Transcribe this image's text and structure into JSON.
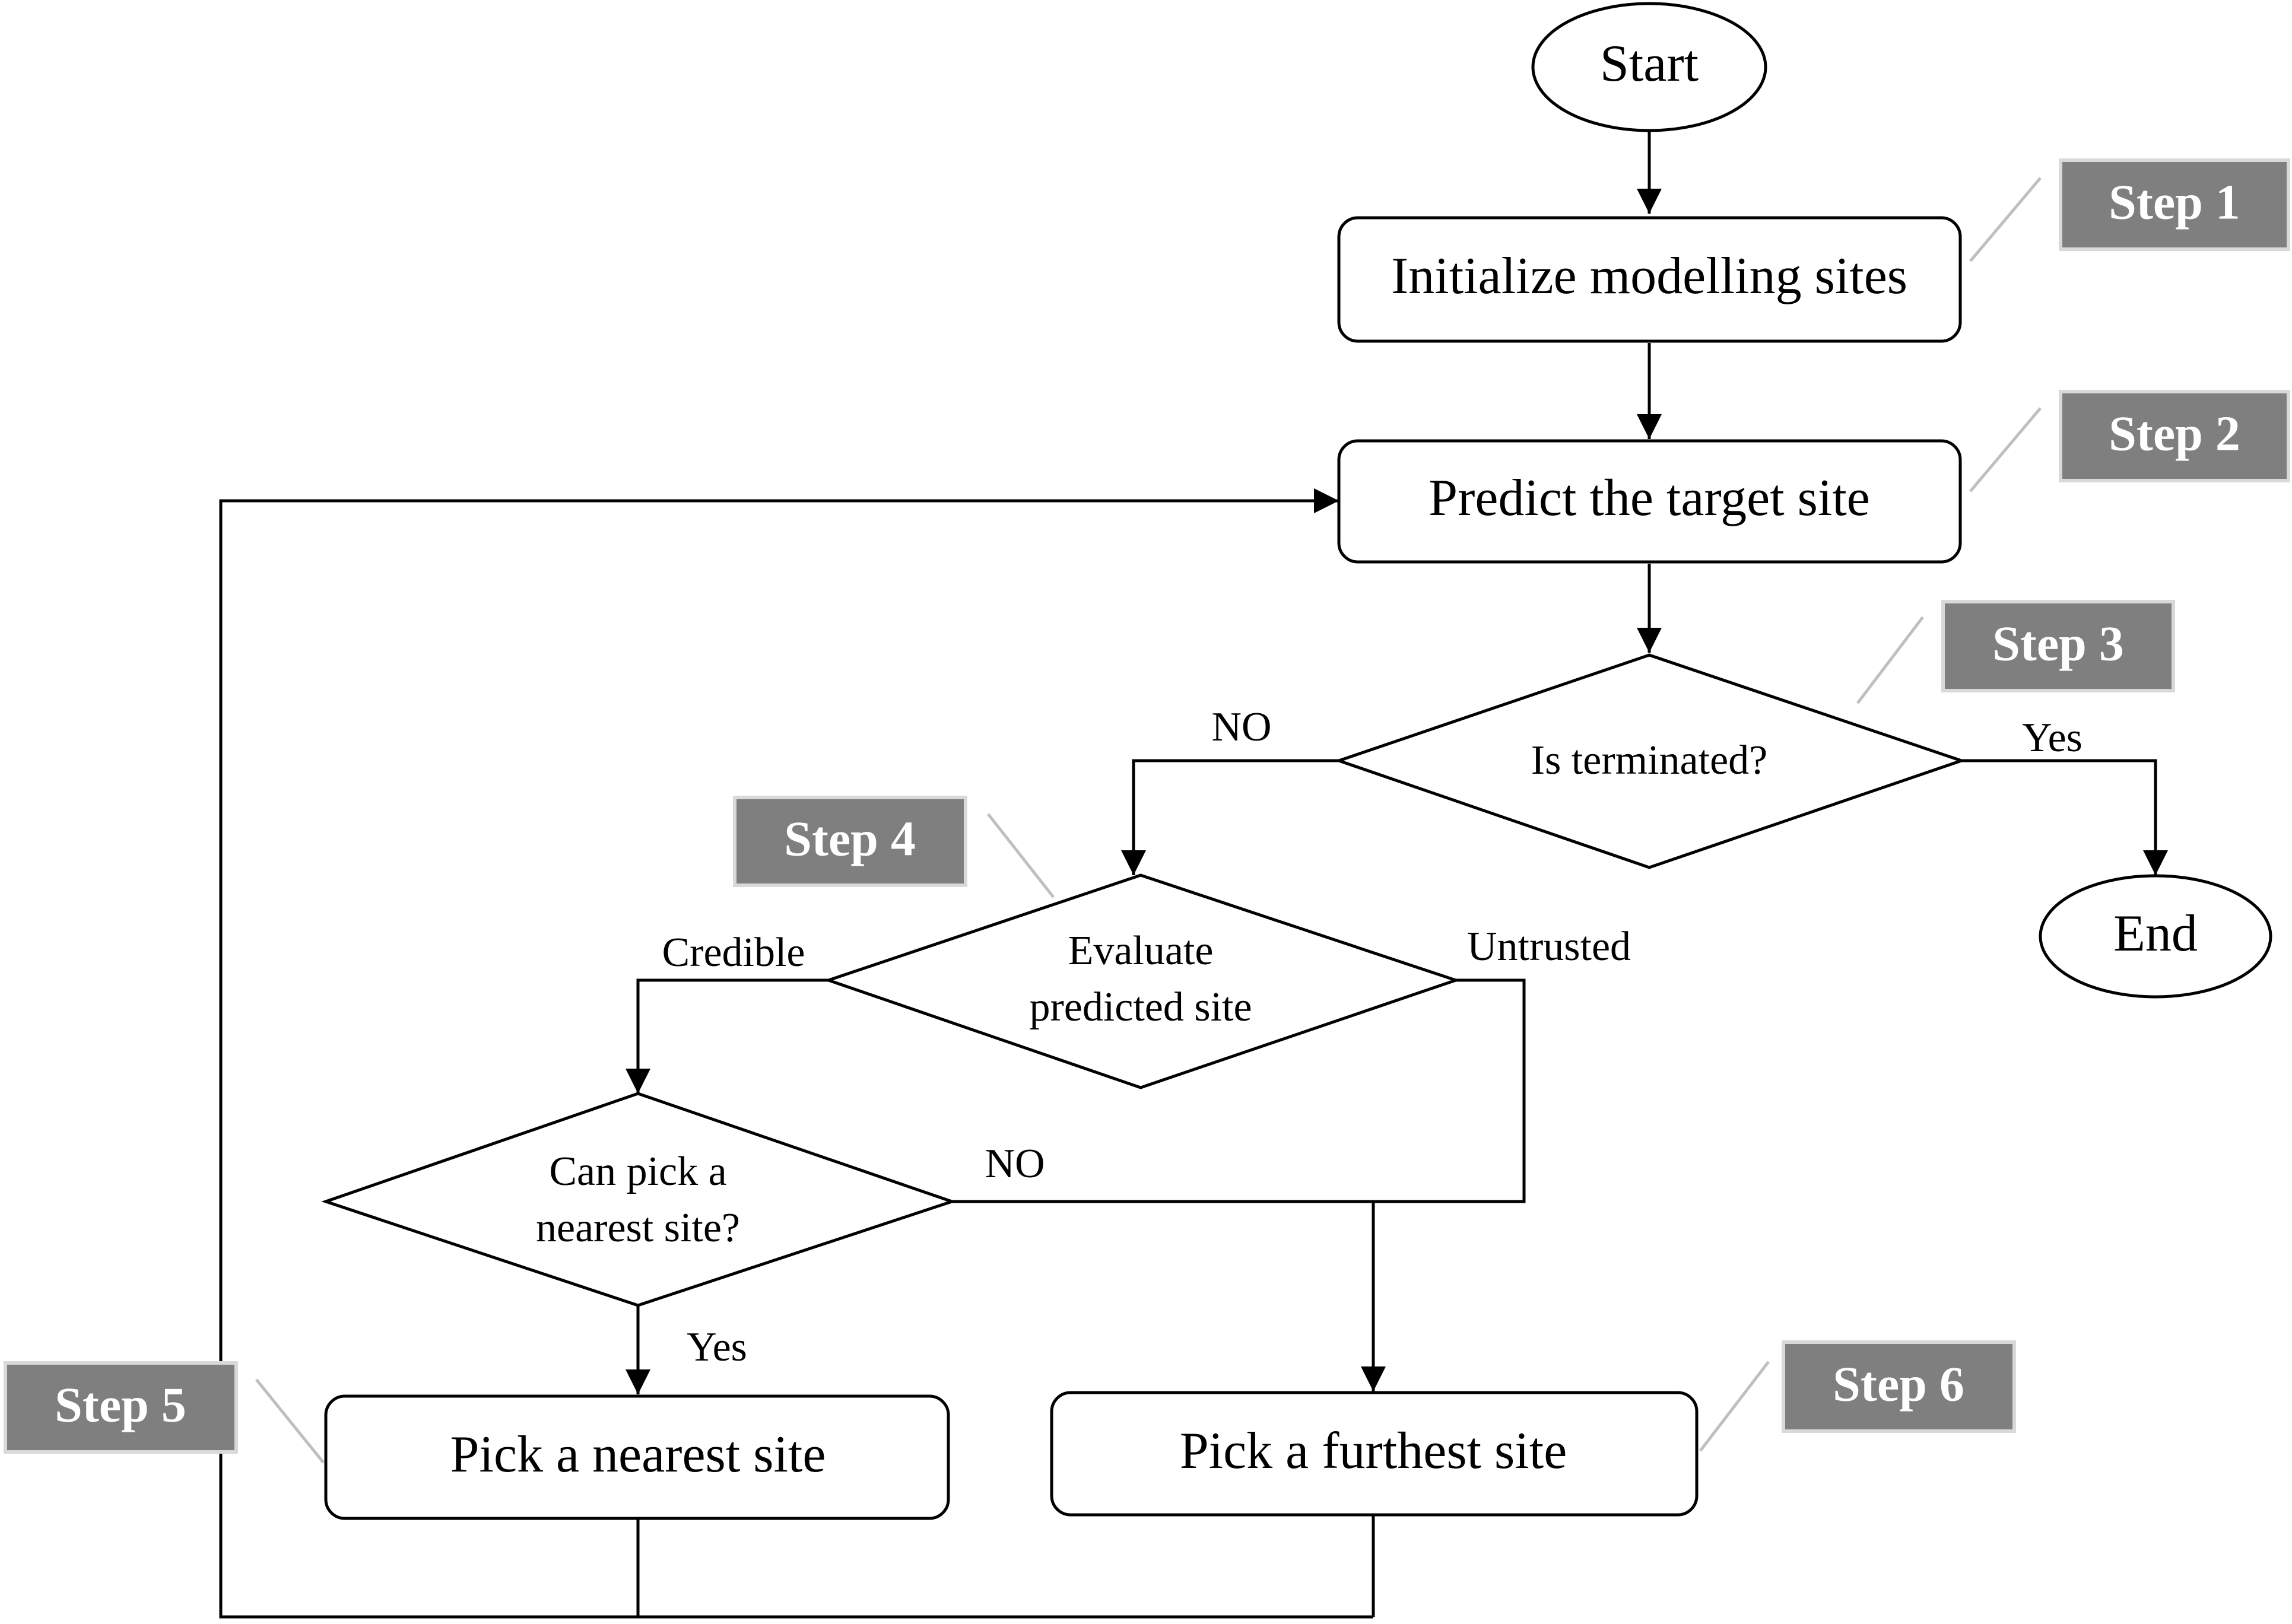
{
  "nodes": {
    "start": "Start",
    "init": "Initialize modelling sites",
    "predict": "Predict the target site",
    "terminated": "Is terminated?",
    "end": "End",
    "evaluate_line1": "Evaluate",
    "evaluate_line2": "predicted site",
    "can_pick_line1": "Can pick a",
    "can_pick_line2": "nearest site?",
    "nearest": "Pick a nearest site",
    "furthest": "Pick a furthest site"
  },
  "edge_labels": {
    "terminated_no": "NO",
    "terminated_yes": "Yes",
    "credible": "Credible",
    "untrusted": "Untrusted",
    "can_pick_no": "NO",
    "can_pick_yes": "Yes"
  },
  "steps": {
    "step1": "Step 1",
    "step2": "Step 2",
    "step3": "Step 3",
    "step4": "Step 4",
    "step5": "Step 5",
    "step6": "Step 6"
  },
  "colors": {
    "step_tag_fill": "#7f7f7f",
    "step_tag_border": "#d9d9d9",
    "leader_line": "#bfbfbf",
    "stroke": "#000000"
  }
}
